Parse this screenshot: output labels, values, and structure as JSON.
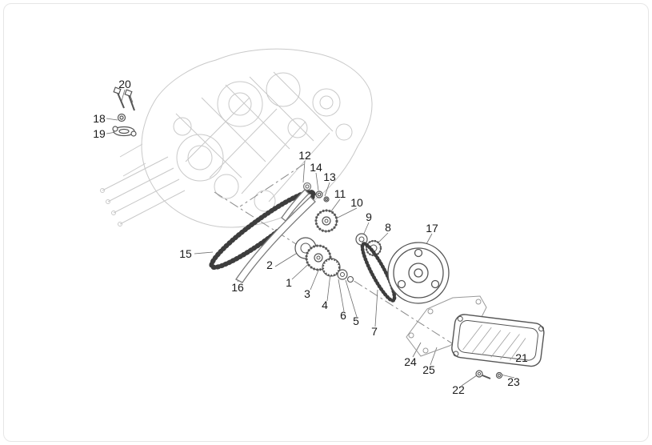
{
  "colors": {
    "label": "#1a1a1a",
    "part_line": "#555555",
    "faint_block": "#c9c9c9",
    "chain": "#3d3d3d",
    "background": "#ffffff"
  },
  "callouts": [
    {
      "id": "part-1",
      "label": "1"
    },
    {
      "id": "part-2",
      "label": "2"
    },
    {
      "id": "part-3",
      "label": "3"
    },
    {
      "id": "part-4",
      "label": "4"
    },
    {
      "id": "part-5",
      "label": "5"
    },
    {
      "id": "part-6",
      "label": "6"
    },
    {
      "id": "part-7",
      "label": "7"
    },
    {
      "id": "part-8",
      "label": "8"
    },
    {
      "id": "part-9",
      "label": "9"
    },
    {
      "id": "part-10",
      "label": "10"
    },
    {
      "id": "part-11",
      "label": "11"
    },
    {
      "id": "part-12",
      "label": "12"
    },
    {
      "id": "part-13",
      "label": "13"
    },
    {
      "id": "part-14",
      "label": "14"
    },
    {
      "id": "part-15",
      "label": "15"
    },
    {
      "id": "part-16",
      "label": "16"
    },
    {
      "id": "part-17",
      "label": "17"
    },
    {
      "id": "part-18",
      "label": "18"
    },
    {
      "id": "part-19",
      "label": "19"
    },
    {
      "id": "part-20",
      "label": "20"
    },
    {
      "id": "part-21",
      "label": "21"
    },
    {
      "id": "part-22",
      "label": "22"
    },
    {
      "id": "part-23",
      "label": "23"
    },
    {
      "id": "part-24",
      "label": "24"
    },
    {
      "id": "part-25",
      "label": "25"
    }
  ]
}
